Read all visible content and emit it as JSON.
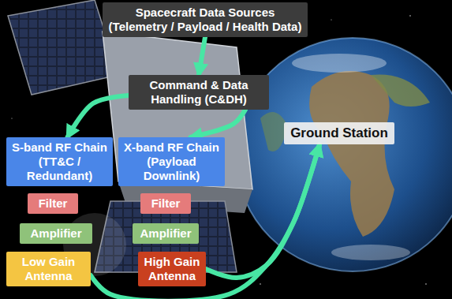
{
  "diagram": {
    "nodes": [
      {
        "text": [
          "Spacecraft Data Sources (Telemetry / Payload / Health Data)"
        ]
      },
      {
        "text": [
          "Command & Data Handling (C&DH)"
        ]
      },
      {
        "text": [
          "S-band RF Chain (TT&C / Redundant)"
        ]
      },
      {
        "text": [
          "X-band RF Chain (Payload Downlink)"
        ]
      },
      {
        "text": [
          "Filter"
        ]
      },
      {
        "text": [
          "Filter"
        ]
      },
      {
        "text": [
          "Amplifier"
        ]
      },
      {
        "text": [
          "Amplifier"
        ]
      },
      {
        "text": [
          "Low Gain Antenna"
        ]
      },
      {
        "text": [
          "High Gain Antenna"
        ]
      },
      {
        "text": [
          "Ground Station"
        ]
      }
    ],
    "edges": [
      {
        "from": 0,
        "to": 1,
        "arrow": "to"
      },
      {
        "from": 1,
        "to": 2,
        "arrow": "to"
      },
      {
        "from": 1,
        "to": 3,
        "arrow": "to"
      },
      {
        "from": 8,
        "to": 10,
        "arrow": "to"
      },
      {
        "from": 9,
        "to": 10,
        "arrow": "to"
      }
    ]
  }
}
